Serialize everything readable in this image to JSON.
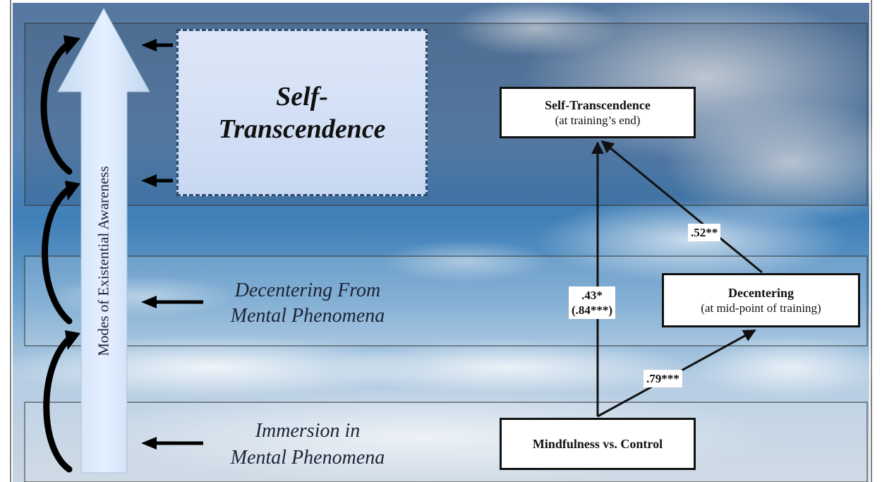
{
  "axis_label": "Modes of Existential Awareness",
  "levels": {
    "top": {
      "title": "Self-\nTranscendence"
    },
    "middle": {
      "line1": "Decentering From",
      "line2": "Mental Phenomena"
    },
    "bottom": {
      "line1": "Immersion in",
      "line2": "Mental Phenomena"
    }
  },
  "model": {
    "outcome": {
      "title": "Self-Transcendence",
      "subtitle": "(at training’s end)"
    },
    "mediator": {
      "title": "Decentering",
      "subtitle": "(at mid-point of training)"
    },
    "predictor": {
      "title": "Mindfulness vs. Control"
    },
    "paths": {
      "predictor_to_outcome": {
        "line1": ".43*",
        "line2": "(.84***)"
      },
      "mediator_to_outcome": ".52**",
      "predictor_to_mediator": ".79***"
    }
  },
  "colors": {
    "sky_top": "#3f6fa5",
    "sky_bottom": "#cfdbe8",
    "arrow_fill": "#dcecff",
    "dashed_border": "#2b4d70",
    "text": "#111111"
  }
}
